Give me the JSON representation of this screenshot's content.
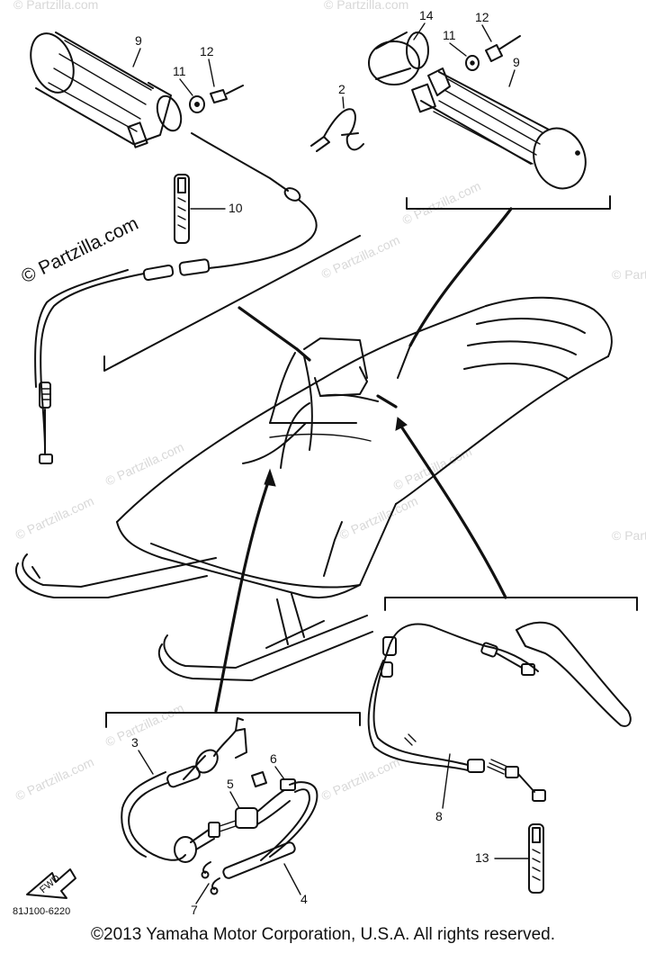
{
  "watermark": {
    "text": "© Partzilla.com",
    "main_text": "© Partzilla.com"
  },
  "callouts": {
    "c2": "2",
    "c3": "3",
    "c4": "4",
    "c5": "5",
    "c6": "6",
    "c7": "7",
    "c8": "8",
    "c9_left": "9",
    "c9_right": "9",
    "c10": "10",
    "c11_left": "11",
    "c11_right": "11",
    "c12_left": "12",
    "c12_right": "12",
    "c13": "13",
    "c14": "14"
  },
  "fwd_label": "FWD",
  "part_code": "81J100-6220",
  "copyright": "©2013 Yamaha Motor Corporation, U.S.A. All rights reserved."
}
